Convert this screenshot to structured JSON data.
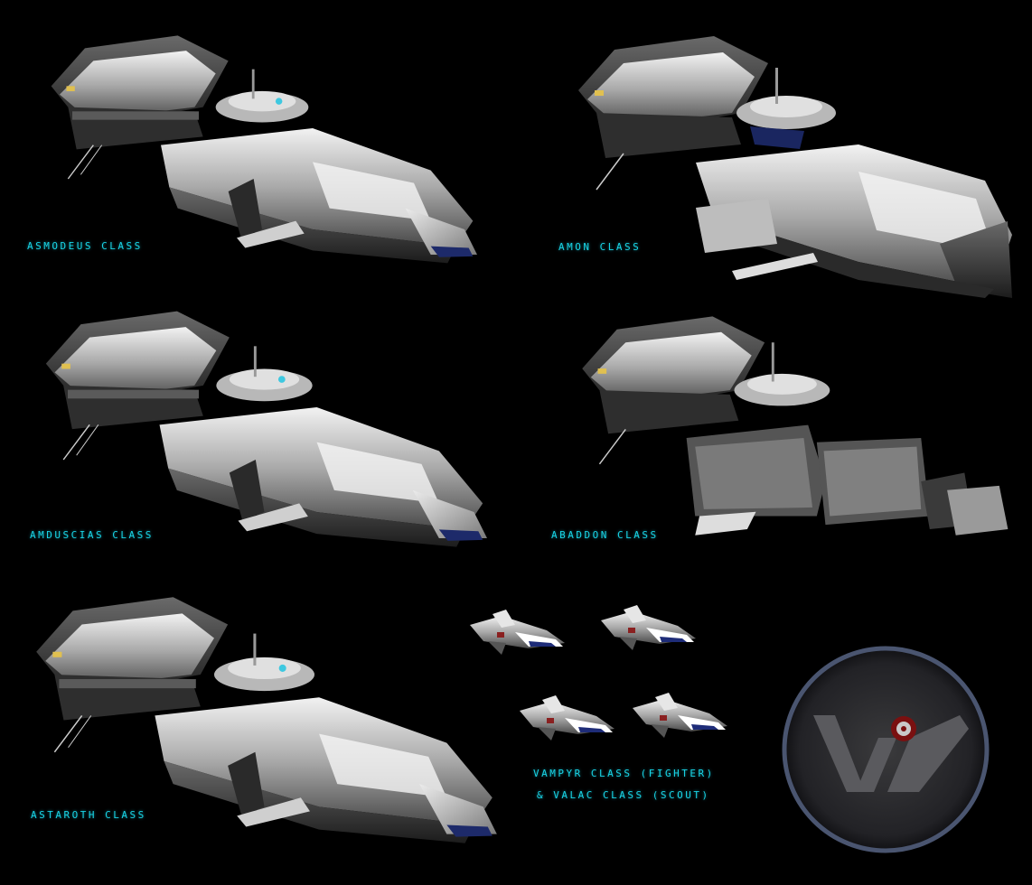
{
  "ships": [
    {
      "id": "asmodeus",
      "label": "Asmodeus Class",
      "variant": "cruiser"
    },
    {
      "id": "amon",
      "label": "Amon Class",
      "variant": "heavy"
    },
    {
      "id": "amduscias",
      "label": "Amduscias Class",
      "variant": "cruiser"
    },
    {
      "id": "abaddon",
      "label": "Abaddon Class",
      "variant": "carrier"
    },
    {
      "id": "astaroth",
      "label": "Astaroth Class",
      "variant": "cruiser"
    }
  ],
  "fighters": {
    "line1": "Vampyr Class (Fighter)",
    "line2": "& Valac Class (Scout)"
  },
  "colors": {
    "label": "#19d4e6",
    "hull_light": "#d9d9d9",
    "hull_dark": "#3a3a3a",
    "background": "#000000",
    "emblem_ring": "#4a5570"
  },
  "emblem": {
    "icon": "faction-w-emblem"
  }
}
